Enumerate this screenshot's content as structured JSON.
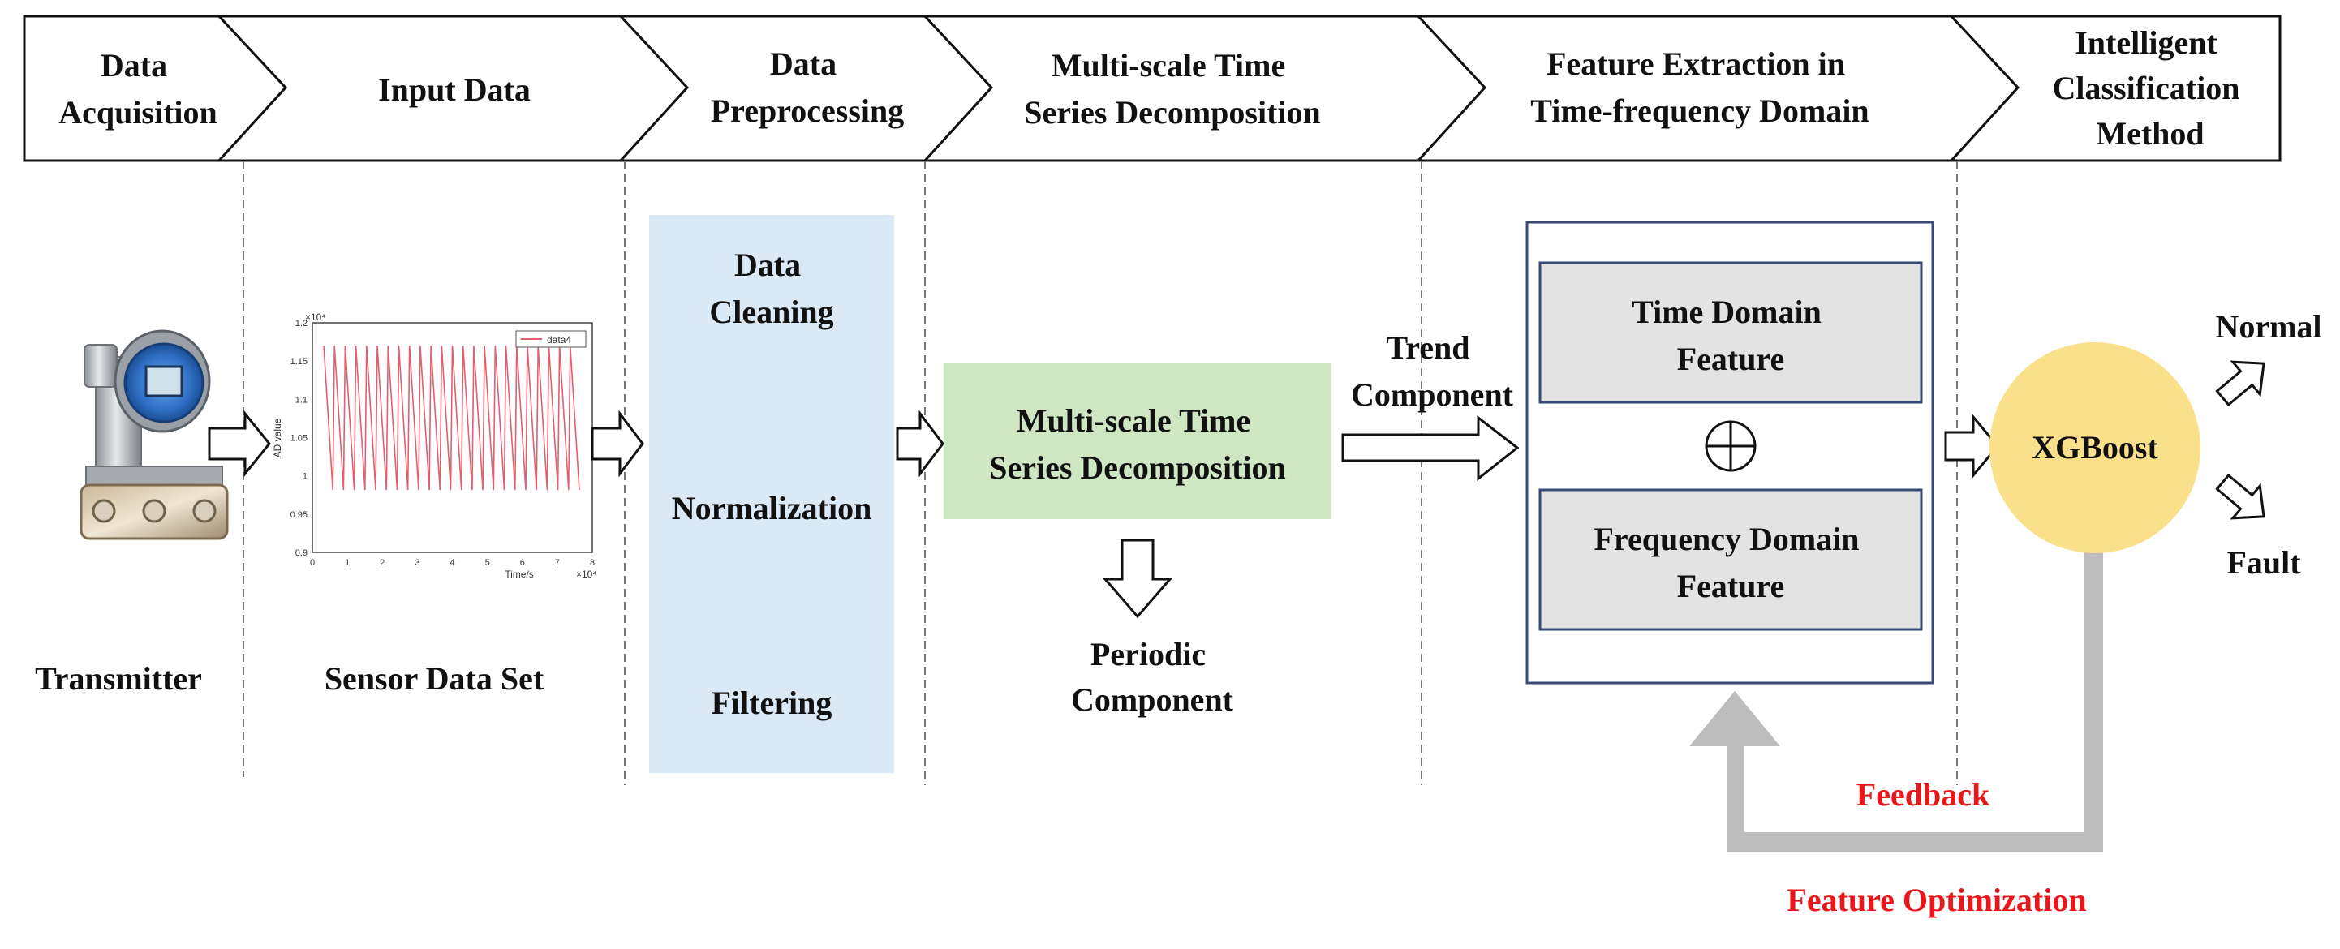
{
  "stages": [
    [
      "Data",
      "Acquisition"
    ],
    [
      "Input Data"
    ],
    [
      "Data",
      "Preprocessing"
    ],
    [
      "Multi-scale Time",
      "Series Decomposition"
    ],
    [
      "Feature Extraction in",
      "Time-frequency Domain"
    ],
    [
      "Intelligent",
      "Classification",
      "Method"
    ]
  ],
  "labels": {
    "transmitter": "Transmitter",
    "sensor_data_set": "Sensor Data Set",
    "preprocessing_steps": [
      [
        "Data",
        "Cleaning"
      ],
      [
        "Normalization"
      ],
      [
        "Filtering"
      ]
    ],
    "decomposition_box": [
      "Multi-scale Time",
      "Series Decomposition"
    ],
    "trend_component": [
      "Trend",
      "Component"
    ],
    "periodic_component": [
      "Periodic",
      "Component"
    ],
    "time_domain_feature": [
      "Time Domain",
      "Feature"
    ],
    "frequency_domain_feature": [
      "Frequency Domain",
      "Feature"
    ],
    "combine_symbol": "⊕",
    "classifier": "XGBoost",
    "normal": "Normal",
    "fault": "Fault",
    "feedback": "Feedback",
    "feature_optimization": "Feature Optimization"
  },
  "mini_chart": {
    "legend": "data4",
    "y_ticks": [
      "1.2",
      "1.15",
      "1.1",
      "1.05",
      "1",
      "0.95",
      "0.9"
    ],
    "x_ticks": [
      "0",
      "1",
      "2",
      "3",
      "4",
      "5",
      "6",
      "7",
      "8"
    ],
    "ylabel": "AD value",
    "xlabel": "Time/s",
    "multiplier": "×10⁴"
  },
  "colors": {
    "preprocess_fill": "#dbe8f5",
    "decomposition_fill": "#cfe6c2",
    "classifier_fill": "#fbe08b",
    "feature_box_fill": "#e3e3e3",
    "feedback_arrow": "#bdbdbd",
    "accent_text": "#e8171c",
    "signal_line": "#e06070"
  },
  "icons": [
    "transmitter-device-icon",
    "hollow-right-arrow-icon",
    "hollow-down-arrow-icon",
    "circled-plus-icon"
  ]
}
